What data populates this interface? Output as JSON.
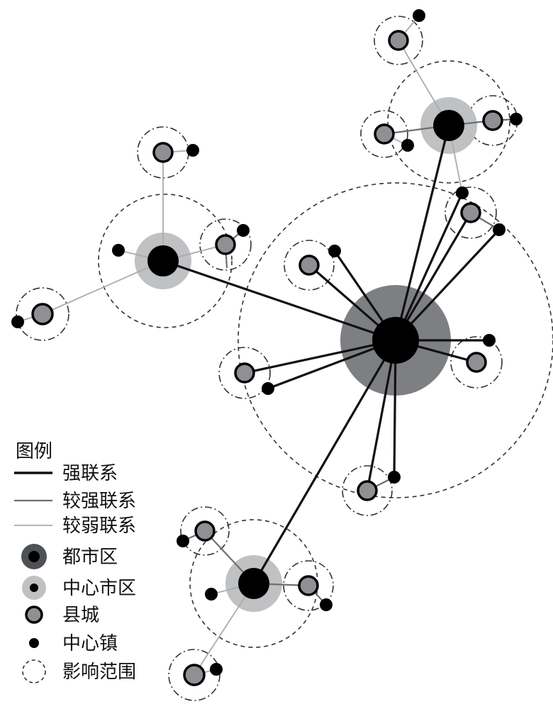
{
  "legend": {
    "title": "图例",
    "items": [
      {
        "key": "strong",
        "label": "强联系"
      },
      {
        "key": "medium",
        "label": "较强联系"
      },
      {
        "key": "weak",
        "label": "较弱联系"
      },
      {
        "key": "metro",
        "label": "都市区"
      },
      {
        "key": "center",
        "label": "中心市区"
      },
      {
        "key": "county",
        "label": "县城"
      },
      {
        "key": "town",
        "label": "中心镇"
      },
      {
        "key": "influence",
        "label": "影响范围"
      }
    ]
  },
  "colors": {
    "metro_halo": "#7d7f82",
    "center_halo": "#bfc1c3",
    "county_fill": "#8e9093",
    "node_core": "#000000",
    "strong_line": "#111111",
    "medium_line": "#6d6f72",
    "weak_line": "#a9abae",
    "ring": "#333333"
  }
}
